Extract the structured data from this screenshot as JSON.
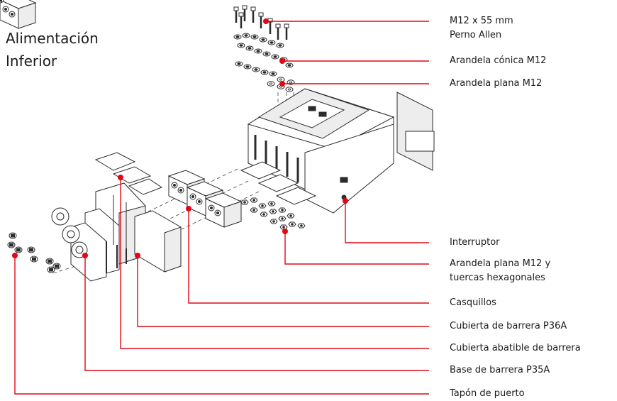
{
  "title": {
    "line1": "Alimentación",
    "line2": "Inferior"
  },
  "labels": {
    "bolt_line1": "M12 x 55 mm",
    "bolt_line2": "Perno Allen",
    "conical_washer": "Arandela cónica M12",
    "flat_washer": "Arandela plana M12",
    "breaker": "Interruptor",
    "flat_washer_nuts_line1": "Arandela plana M12 y",
    "flat_washer_nuts_line2": "tuercas hexagonales",
    "bushings": "Casquillos",
    "barrier_cover": "Cubierta de barrera P36A",
    "hinged_cover": "Cubierta abatible de barrera",
    "barrier_base": "Base de barrera P35A",
    "port_plug": "Tapón de puerto"
  },
  "colors": {
    "leader": "#e30613",
    "line_art": "#2b2b2b"
  }
}
